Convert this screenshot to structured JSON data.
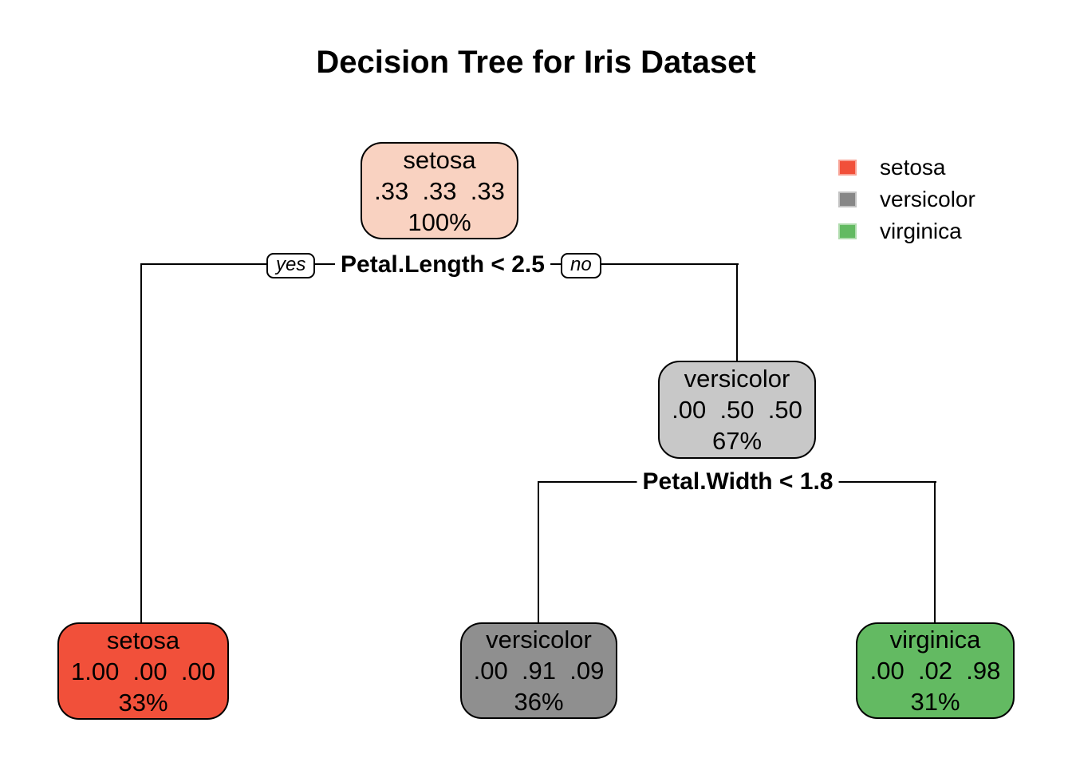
{
  "title": "Decision Tree for Iris Dataset",
  "colors": {
    "node_root_fill": "#f9d2c1",
    "node_internal_fill": "#c8c8c8",
    "leaf_setosa_fill": "#f1503a",
    "leaf_versicolor_fill": "#8f8f8f",
    "leaf_virginica_fill": "#63ba62",
    "legend_setosa": "#f1503a",
    "legend_setosa_border": "#f8a396",
    "legend_versicolor": "#878787",
    "legend_versicolor_border": "#c3c3c3",
    "legend_virginica": "#63ba62",
    "legend_virginica_border": "#b0dcae",
    "edge": "#000000"
  },
  "tree": {
    "root": {
      "label": "setosa",
      "values_display": ".33  .33  .33",
      "probabilities": [
        0.33,
        0.33,
        0.33
      ],
      "coverage": "100%"
    },
    "split1": {
      "condition": "Petal.Length < 2.5",
      "yes_label": "yes",
      "no_label": "no"
    },
    "internal": {
      "label": "versicolor",
      "values_display": ".00  .50  .50",
      "probabilities": [
        0.0,
        0.5,
        0.5
      ],
      "coverage": "67%"
    },
    "split2": {
      "condition": "Petal.Width < 1.8"
    },
    "leaf_setosa": {
      "label": "setosa",
      "values_display": "1.00  .00  .00",
      "probabilities": [
        1.0,
        0.0,
        0.0
      ],
      "coverage": "33%"
    },
    "leaf_versicolor": {
      "label": "versicolor",
      "values_display": ".00  .91  .09",
      "probabilities": [
        0.0,
        0.91,
        0.09
      ],
      "coverage": "36%"
    },
    "leaf_virginica": {
      "label": "virginica",
      "values_display": ".00  .02  .98",
      "probabilities": [
        0.0,
        0.02,
        0.98
      ],
      "coverage": "31%"
    }
  },
  "legend": {
    "items": [
      {
        "label": "setosa"
      },
      {
        "label": "versicolor"
      },
      {
        "label": "virginica"
      }
    ]
  }
}
